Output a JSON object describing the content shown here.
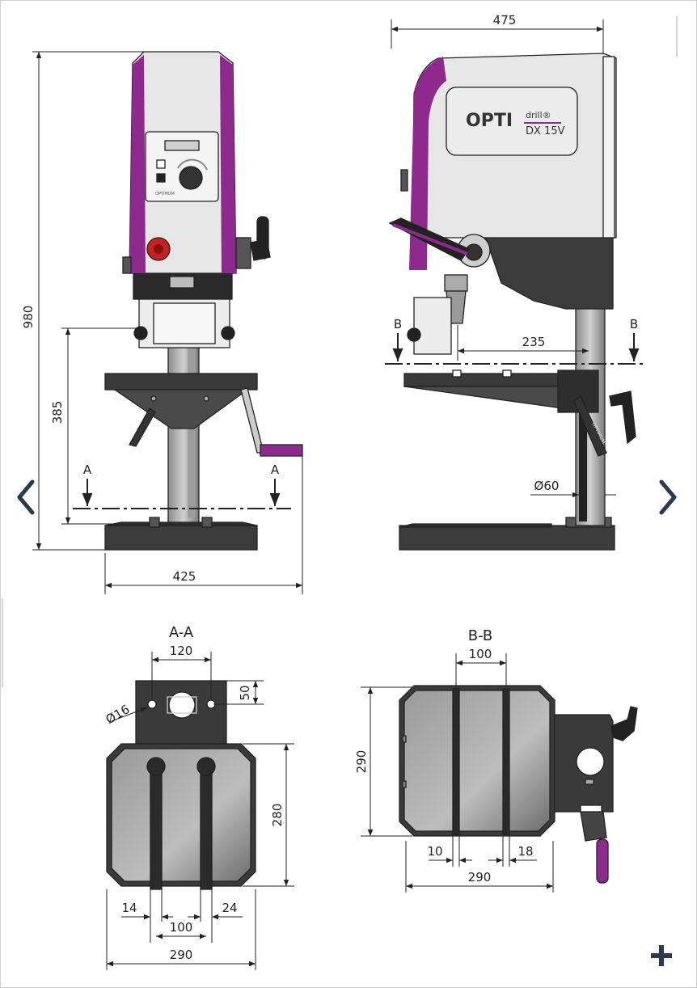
{
  "logo": {
    "brand": "OPTI",
    "model_top": "drill®",
    "model": "DX 15V",
    "handle_brand": "OPTIMUM"
  },
  "front_view": {
    "dim_height_total": "980",
    "dim_height_table": "385",
    "dim_width": "425",
    "cut_mark": "A"
  },
  "side_view": {
    "dim_depth": "475",
    "dim_spindle_reach": "235",
    "dim_column": "Ø60",
    "cut_mark": "B"
  },
  "section_aa": {
    "title": "A-A",
    "dim_bolt_spacing": "120",
    "dim_flange": "50",
    "dim_hole": "Ø16",
    "dim_height": "280",
    "dim_slot_a": "14",
    "dim_slot_b": "24",
    "dim_slot_spacing": "100",
    "dim_width": "290"
  },
  "section_bb": {
    "title": "B-B",
    "dim_slot_spacing": "100",
    "dim_height": "290",
    "dim_slot_a": "10",
    "dim_slot_b": "18",
    "dim_width": "290"
  },
  "nav": {
    "prev_icon": "chevron-left-icon",
    "next_icon": "chevron-right-icon",
    "zoom_icon": "plus-icon"
  },
  "colors": {
    "accent": "#8e2a8e",
    "casting": "#3a3a3a",
    "body": "#e8e8e8",
    "line": "#222222"
  }
}
